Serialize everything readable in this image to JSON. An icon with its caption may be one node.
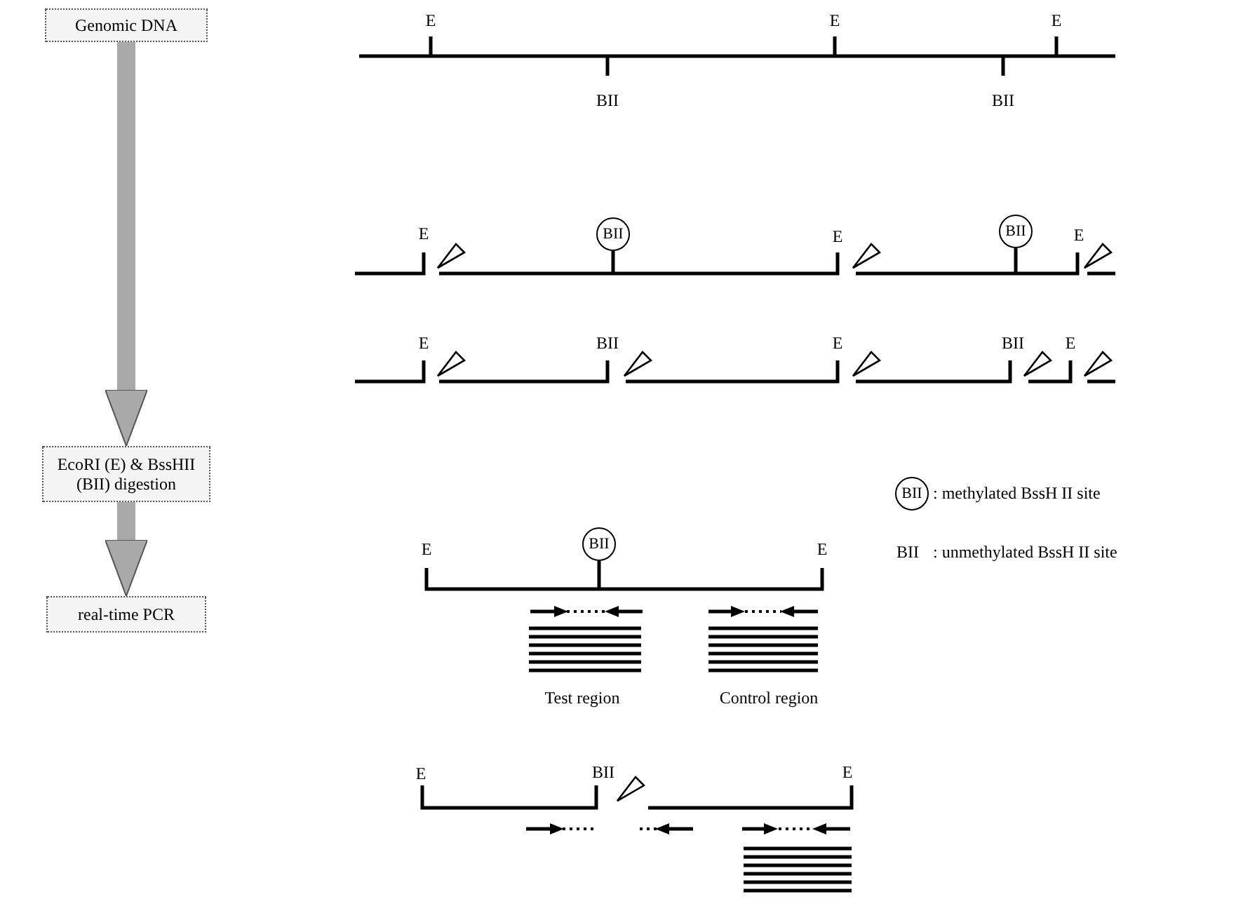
{
  "diagram": {
    "nodes": [
      {
        "text": [
          "Genomic DNA"
        ]
      },
      {
        "text": [
          "EcoRI (E) & BssHII (BII) digestion"
        ]
      },
      {
        "text": [
          "real-time PCR"
        ]
      },
      {
        "text": [
          "BII"
        ]
      },
      {
        "text": [
          "BII"
        ]
      },
      {
        "text": [
          "BII"
        ]
      },
      {
        "text": [
          "BII"
        ]
      }
    ],
    "edges": [
      {
        "from": 0,
        "to": 1,
        "arrow": "to"
      },
      {
        "from": 1,
        "to": 2,
        "arrow": "to"
      }
    ],
    "labels": [
      "E",
      "E",
      "E",
      "BII",
      "BII",
      "E",
      "E",
      "E",
      "E",
      "BII",
      "E",
      "BII",
      "E",
      "E",
      "E",
      "BII",
      "Test region",
      "Control region",
      "E",
      "BII",
      "E"
    ],
    "legend": [
      {
        "text": ": methylated BssH II site"
      },
      {
        "text": ": unmethylated BssH II site"
      }
    ]
  }
}
